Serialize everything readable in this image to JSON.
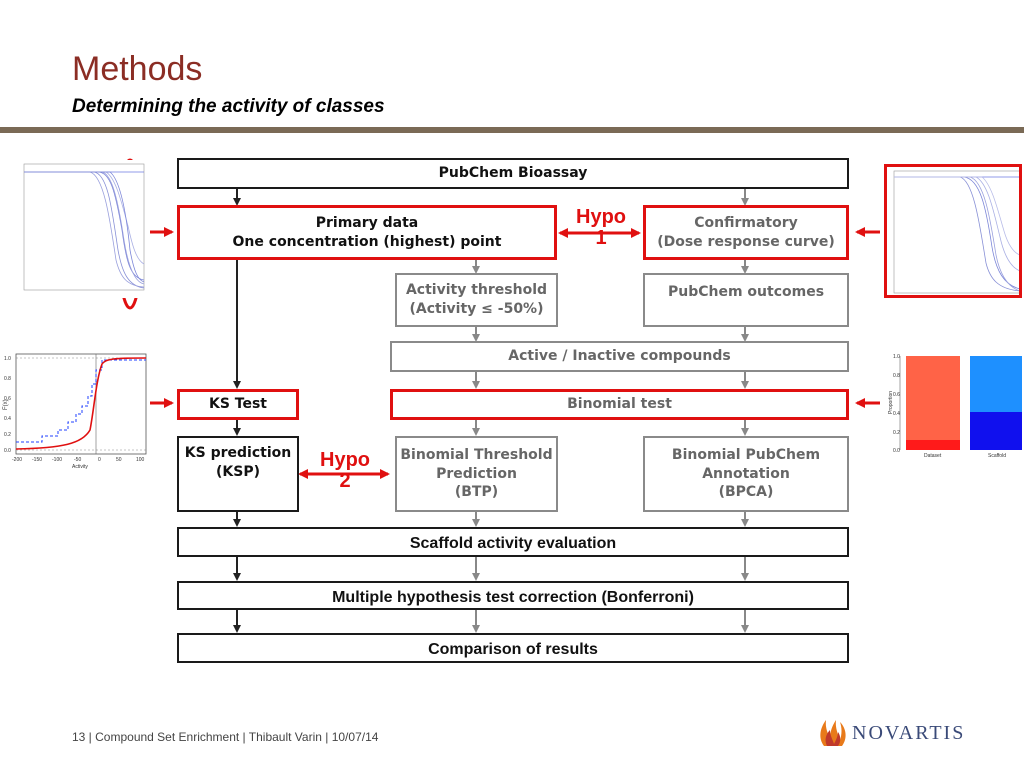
{
  "slide": {
    "title": "Methods",
    "subtitle": "Determining the activity of classes",
    "footer": "13 | Compound Set Enrichment | Thibault Varin | 10/07/14",
    "logo_text": "NOVARTIS"
  },
  "flow": {
    "bioassay": "PubChem Bioassay",
    "primary_line1": "Primary data",
    "primary_line2": "One concentration (highest) point",
    "confirmatory_line1": "Confirmatory",
    "confirmatory_line2": "(Dose response curve)",
    "hypo1_line1": "Hypo",
    "hypo1_line2": "1",
    "activity_line1": "Activity threshold",
    "activity_line2": "(Activity ≤ -50%)",
    "outcomes": "PubChem outcomes",
    "active_inactive": "Active / Inactive compounds",
    "ks_test": "KS Test",
    "binomial_test": "Binomial test",
    "ksp_line1": "KS prediction",
    "ksp_line2": "(KSP)",
    "hypo2_line1": "Hypo",
    "hypo2_line2": "2",
    "btp_line1": "Binomial Threshold",
    "btp_line2": "Prediction",
    "btp_line3": "(BTP)",
    "bpca_line1": "Binomial PubChem",
    "bpca_line2": "Annotation",
    "bpca_line3": "(BPCA)",
    "scaffold_eval": "Scaffold activity evaluation",
    "multiple_hyp": "Multiple hypothesis test correction (Bonferroni)",
    "comparison": "Comparison of results"
  },
  "ks_plot": {
    "ylabel": "F(x)",
    "xlabel": "Activity",
    "yticks": [
      "1.0",
      "0.8",
      "0.6",
      "0.4",
      "0.2",
      "0.0"
    ],
    "xticks": [
      "-200",
      "-150",
      "-100",
      "-50",
      "0",
      "50",
      "100"
    ]
  },
  "bar_plot": {
    "ylabel": "Proportion",
    "yticks": [
      "1.0",
      "0.8",
      "0.6",
      "0.4",
      "0.2",
      "0.0"
    ],
    "categories": [
      "Dataset",
      "Scaffold"
    ]
  },
  "colors": {
    "accent_red": "#e01010",
    "title_color": "#8b2d24",
    "rule_color": "#7a6a56",
    "dataset_bar": "#ff6347",
    "scaffold_top": "#1e90ff",
    "scaffold_bottom": "#1010ee"
  }
}
